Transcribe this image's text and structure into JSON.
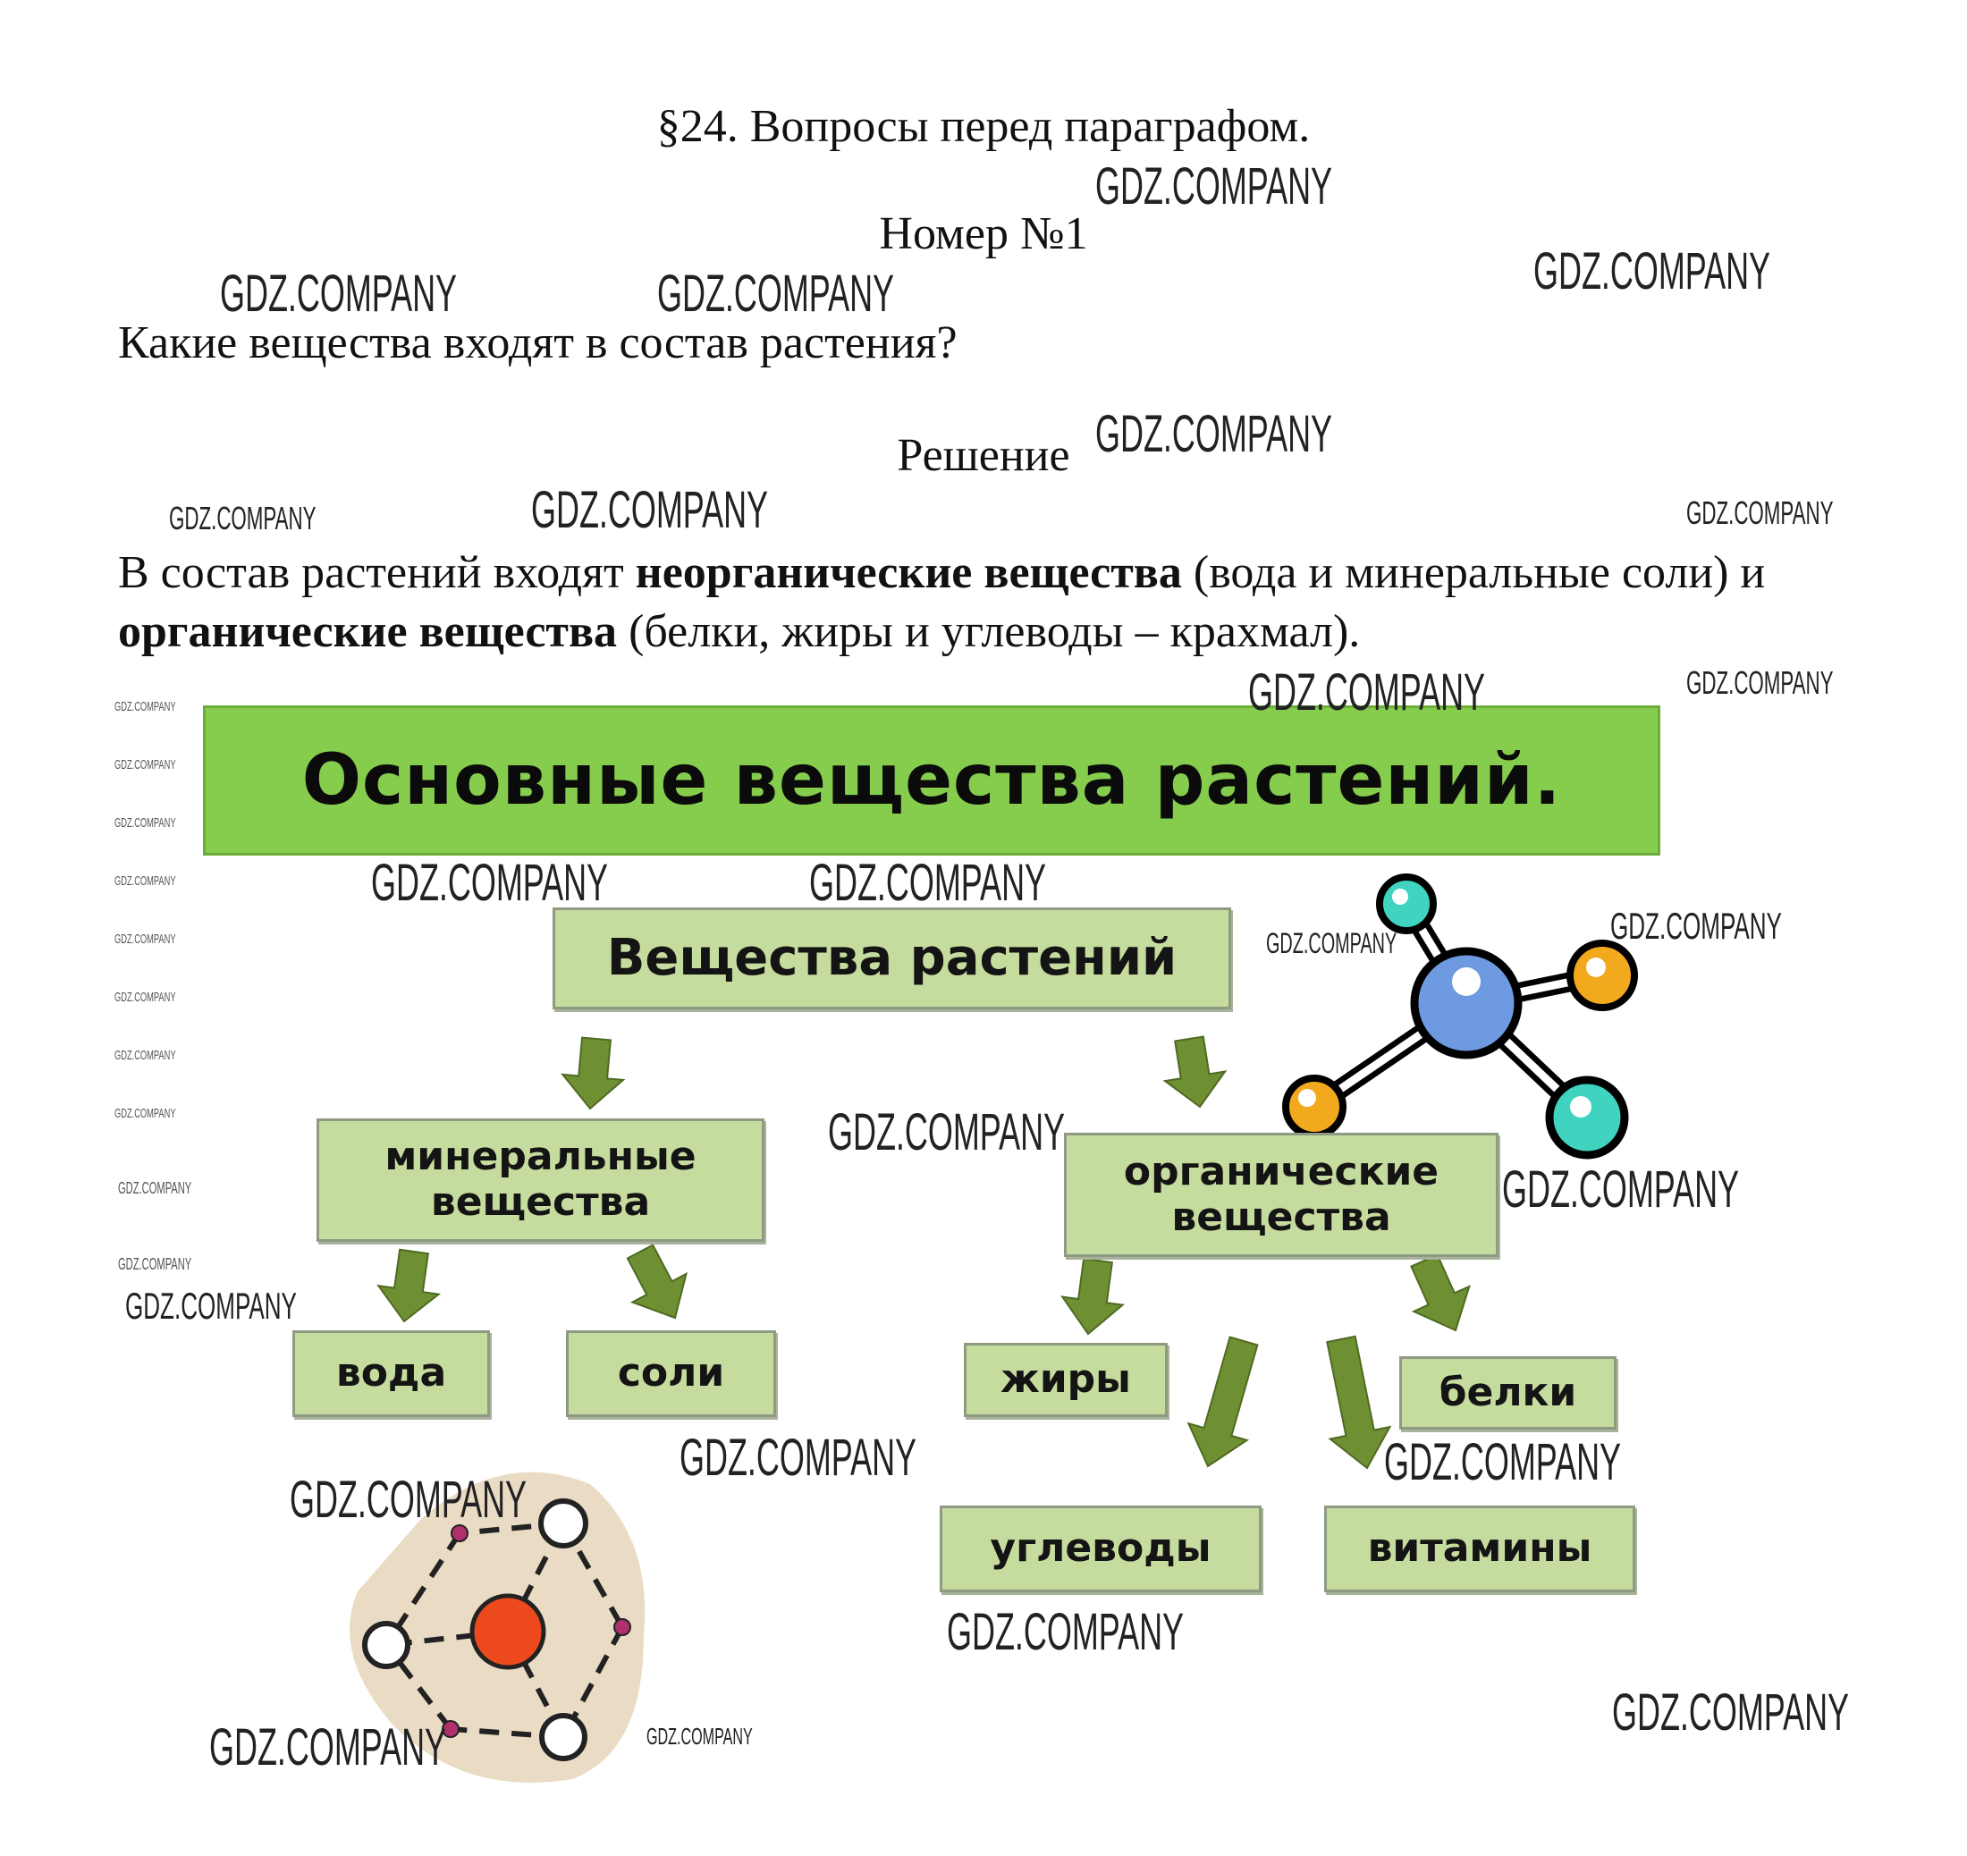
{
  "header": {
    "title": "§24. Вопросы перед параграфом.",
    "number": "Номер №1",
    "question": "Какие вещества входят в состав растения?",
    "solution_label": "Решение"
  },
  "answer": {
    "part1": "В состав растений входят ",
    "bold1": "неорганические вещества",
    "part2": " (вода и минеральные соли) и ",
    "bold2": "органические вещества",
    "part3": " (белки, жиры и углеводы – крахмал)."
  },
  "diagram": {
    "banner": "Основные вещества растений.",
    "root": "Вещества растений",
    "mineral": "минеральные вещества",
    "organic": "органические вещества",
    "water": "вода",
    "salts": "соли",
    "fats": "жиры",
    "proteins": "белки",
    "carbs": "углеводы",
    "vitamins": "витамины"
  },
  "colors": {
    "banner": "#86cc4d",
    "box": "#c6dc9e",
    "arrow": "#6f8f33"
  },
  "watermark": "GDZ.COMPANY"
}
